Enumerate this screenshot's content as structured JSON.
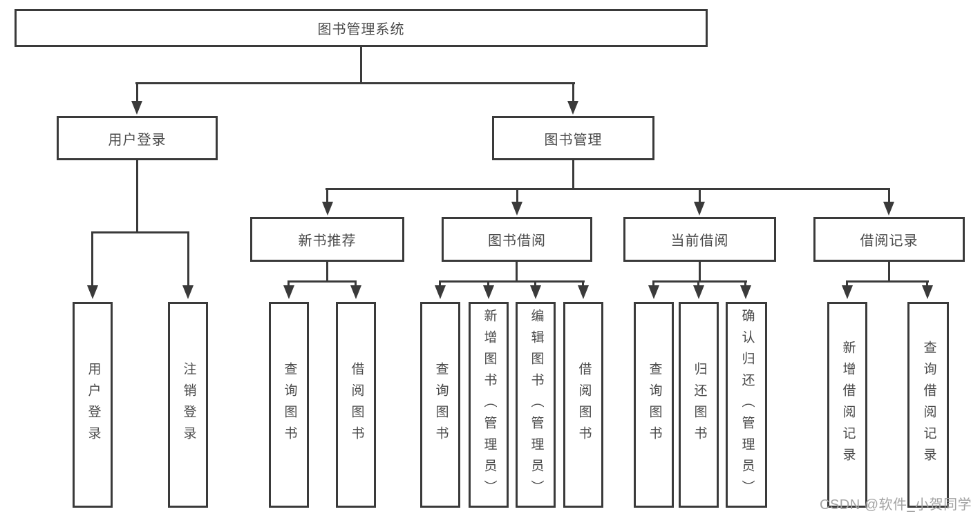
{
  "diagram": {
    "root": "图书管理系统",
    "level2": [
      "用户登录",
      "图书管理"
    ],
    "level3": [
      "新书推荐",
      "图书借阅",
      "当前借阅",
      "借阅记录"
    ],
    "leaf_groups": [
      [
        "用户登录",
        "注销登录"
      ],
      [
        "查询图书",
        "借阅图书"
      ],
      [
        "查询图书",
        "新增图书（管理员）",
        "编辑图书（管理员）",
        "借阅图书"
      ],
      [
        "查询图书",
        "归还图书",
        "确认归还（管理员）"
      ],
      [
        "新增借阅记录",
        "查询借阅记录"
      ]
    ]
  },
  "watermark": "CSDN @软件_小贺同学",
  "colors": {
    "line": "#3a3a3a",
    "text": "#4a4a4a",
    "watermark": "#a3a3a3",
    "background": "#ffffff"
  }
}
